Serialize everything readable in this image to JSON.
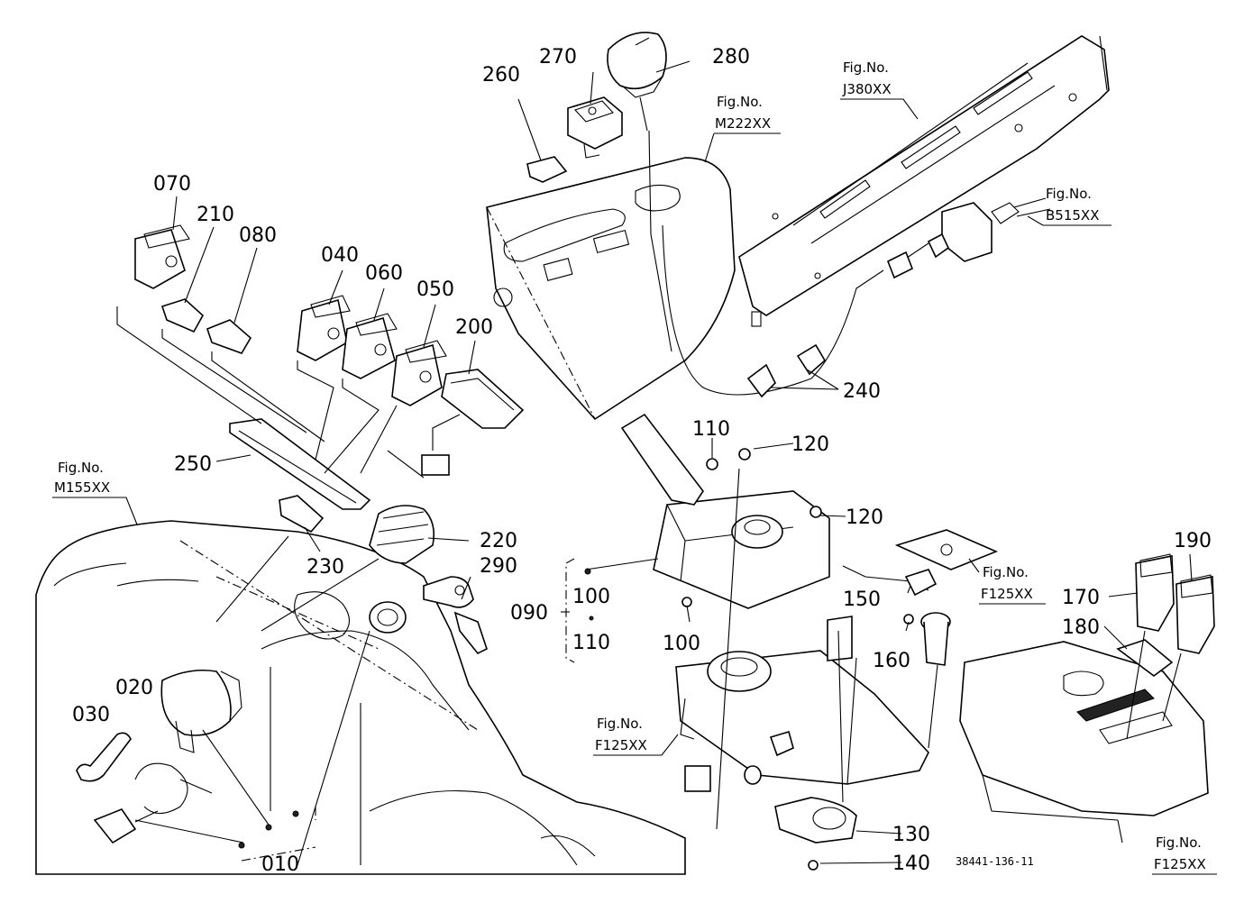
{
  "parts": {
    "p010": "010",
    "p020": "020",
    "p030": "030",
    "p040": "040",
    "p050": "050",
    "p060": "060",
    "p070": "070",
    "p080": "080",
    "p090": "090",
    "p100a": "100",
    "p100b": "100",
    "p110a": "110",
    "p110b": "110",
    "p120a": "120",
    "p120b": "120",
    "p130": "130",
    "p140": "140",
    "p150": "150",
    "p160": "160",
    "p170": "170",
    "p180": "180",
    "p190": "190",
    "p200": "200",
    "p210": "210",
    "p220": "220",
    "p230": "230",
    "p240": "240",
    "p250": "250",
    "p260": "260",
    "p270": "270",
    "p280": "280",
    "p290": "290"
  },
  "figrefs": {
    "fig_label": "Fig.No.",
    "m222": "M222XX",
    "j380": "J380XX",
    "b515": "B515XX",
    "m155": "M155XX",
    "f125a": "F125XX",
    "f125b": "F125XX",
    "f125c": "F125XX"
  },
  "drawing_code": "38441-136-11"
}
